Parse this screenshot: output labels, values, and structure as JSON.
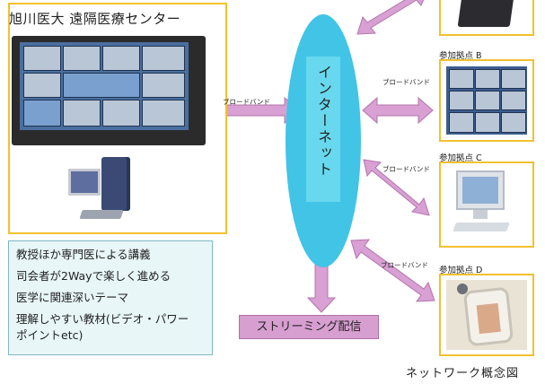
{
  "center": {
    "title": "旭川医大 遠隔医療センター"
  },
  "features": [
    "教授ほか専門医による講義",
    "司会者が2Wayで楽しく進める",
    "医学に関連深いテーマ",
    "理解しやすい教材(ビデオ・パワー",
    "ポイントetc)"
  ],
  "network": {
    "internet_label": "インターネット",
    "streaming_label": "ストリーミング配信",
    "broadband_label": "ブロードバンド"
  },
  "sites": [
    {
      "label": "参加拠点 B"
    },
    {
      "label": "参加拠点 C"
    },
    {
      "label": "参加拠点 D"
    }
  ],
  "caption": "ネットワーク概念図",
  "colors": {
    "arrow": "#d8a0d3",
    "arrow_stroke": "#b474ae",
    "internet": "#41c4e6",
    "frame": "#f2c12e",
    "feature_bg": "#e8f6f8"
  }
}
